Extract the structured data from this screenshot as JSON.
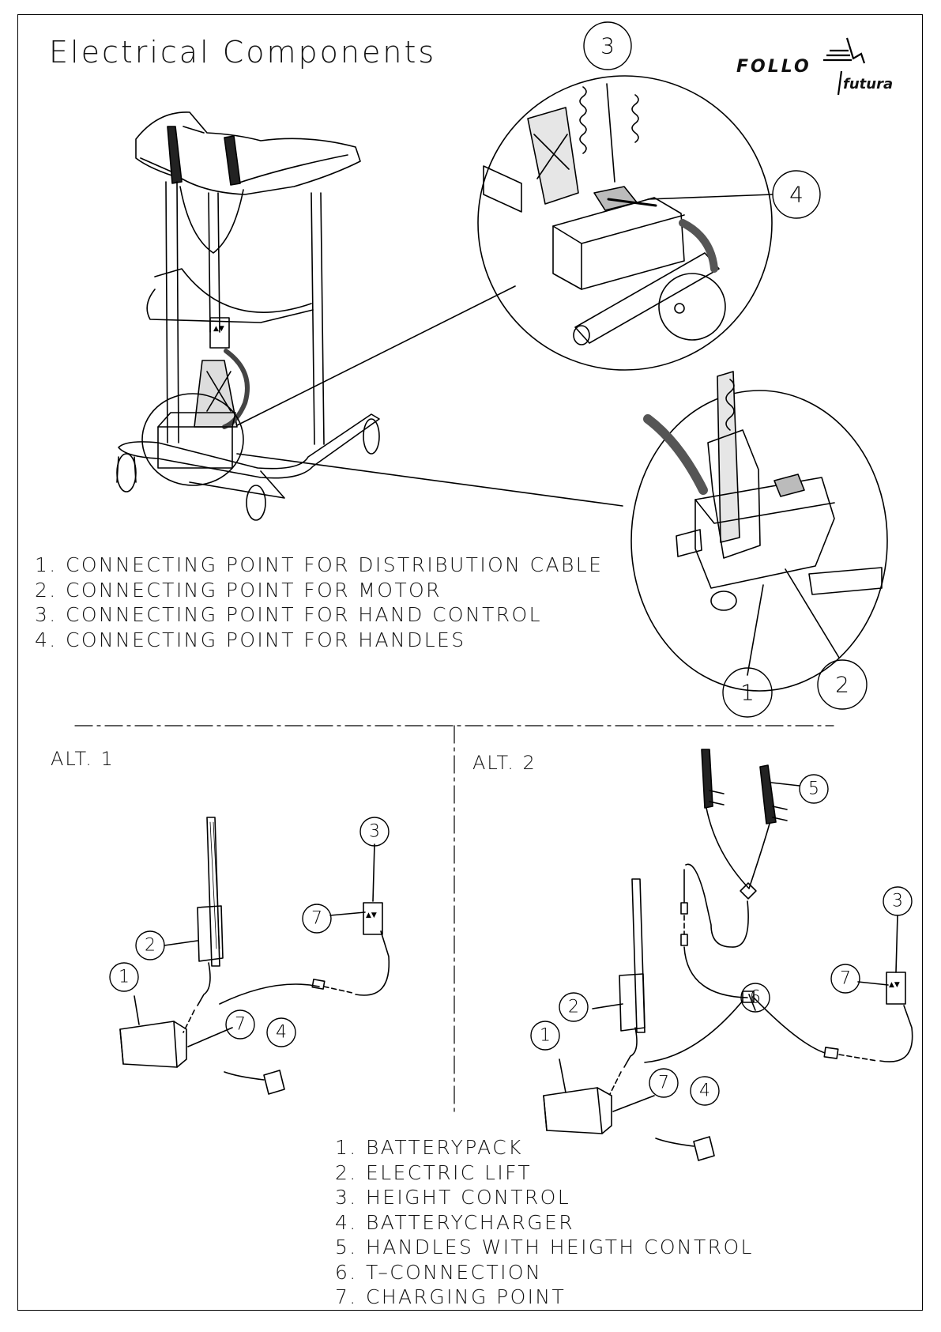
{
  "title": "Electrical Components",
  "logo": {
    "main": "FOLLO",
    "sub": "futura"
  },
  "connecting_points": [
    "1. CONNECTING POINT FOR DISTRIBUTION CABLE",
    "2. CONNECTING POINT FOR MOTOR",
    "3. CONNECTING POINT FOR HAND CONTROL",
    "4. CONNECTING POINT FOR HANDLES"
  ],
  "alt1_label": "ALT. 1",
  "alt2_label": "ALT. 2",
  "components": [
    "1. BATTERYPACK",
    "2. ELECTRIC LIFT",
    "3. HEIGHT CONTROL",
    "4. BATTERYCHARGER",
    "5. HANDLES WITH HEIGTH CONTROL",
    "6. T–CONNECTION",
    "7. CHARGING POINT"
  ],
  "callouts": {
    "detail_top": "3",
    "detail_top_right": "4",
    "detail_bottom_left": "1",
    "detail_bottom_right": "2",
    "alt1": [
      "3",
      "7",
      "2",
      "1",
      "7",
      "4"
    ],
    "alt2": [
      "5",
      "3",
      "7",
      "6",
      "2",
      "1",
      "7",
      "4"
    ]
  }
}
